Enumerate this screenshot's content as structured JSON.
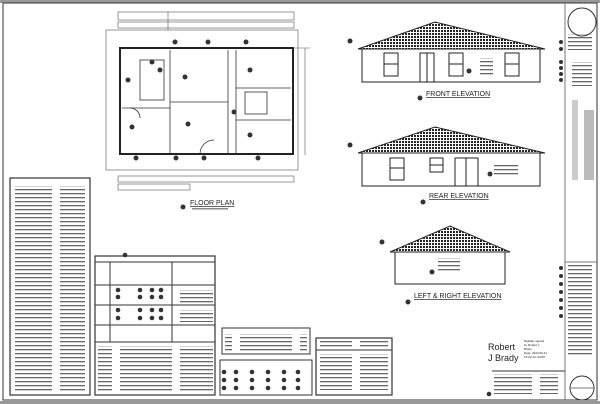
{
  "sheet": {
    "views": {
      "floor_plan": {
        "title": "FLOOR PLAN"
      },
      "front_elevation": {
        "title": "FRONT ELEVATION"
      },
      "rear_elevation": {
        "title": "REAR ELEVATION"
      },
      "side_elevation": {
        "title": "LEFT & RIGHT ELEVATION"
      }
    },
    "signature": {
      "name_line1": "Robert",
      "name_line2": "J Brady",
      "note_line1": "Digitally signed",
      "note_line2": "by Robert J",
      "note_line3": "Brady",
      "note_line4": "Date: 2024.06.21",
      "note_line5": "16:23:43 -04'00'"
    },
    "colors": {
      "line": "#333333",
      "roof_hatch": "#222222",
      "frame": "#777777"
    }
  }
}
